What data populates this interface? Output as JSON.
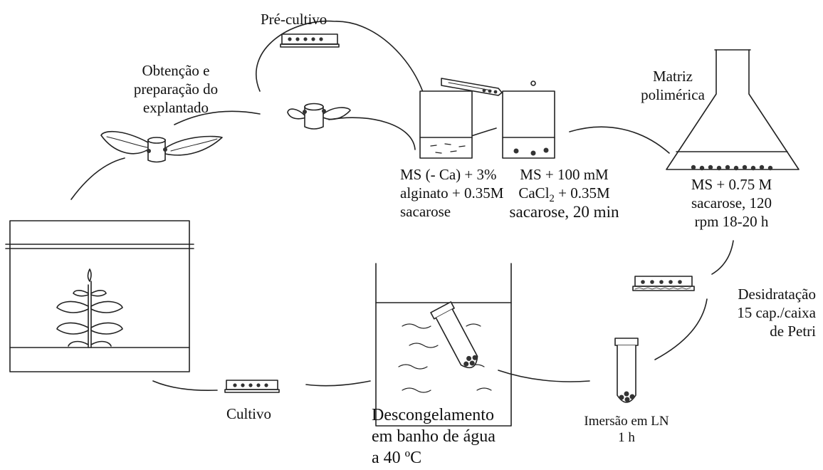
{
  "steps": {
    "explant": {
      "lines": [
        "Obtenção e",
        "preparação do",
        "explantado"
      ]
    },
    "preculture": {
      "label": "Pré-cultivo"
    },
    "alginate": {
      "lines": [
        "MS (- Ca) + 3%",
        "alginato +  0.35M",
        "sacarose"
      ]
    },
    "calcium": {
      "line1": "MS + 100 mM",
      "line2_pre": "CaCl",
      "line2_sub": "2",
      "line2_post": " + 0.35M",
      "line3": "sacarose, 20 min"
    },
    "matrix": {
      "lines": [
        "Matriz",
        "polimérica"
      ]
    },
    "flask": {
      "lines": [
        "MS + 0.75 M",
        "sacarose, 120",
        "rpm 18-20 h"
      ]
    },
    "dehydration": {
      "lines": [
        "Desidratação",
        "15 cap./caixa",
        "de Petri"
      ]
    },
    "immersion": {
      "lines": [
        "Imersão em LN",
        "1 h"
      ]
    },
    "thaw": {
      "lines": [
        "Descongelamento",
        "em banho de água",
        "a 40 ºC"
      ]
    },
    "culture": {
      "label": "Cultivo"
    }
  },
  "colors": {
    "stroke": "#222222",
    "bead": "#333333",
    "text": "#111111",
    "background": "#ffffff"
  }
}
